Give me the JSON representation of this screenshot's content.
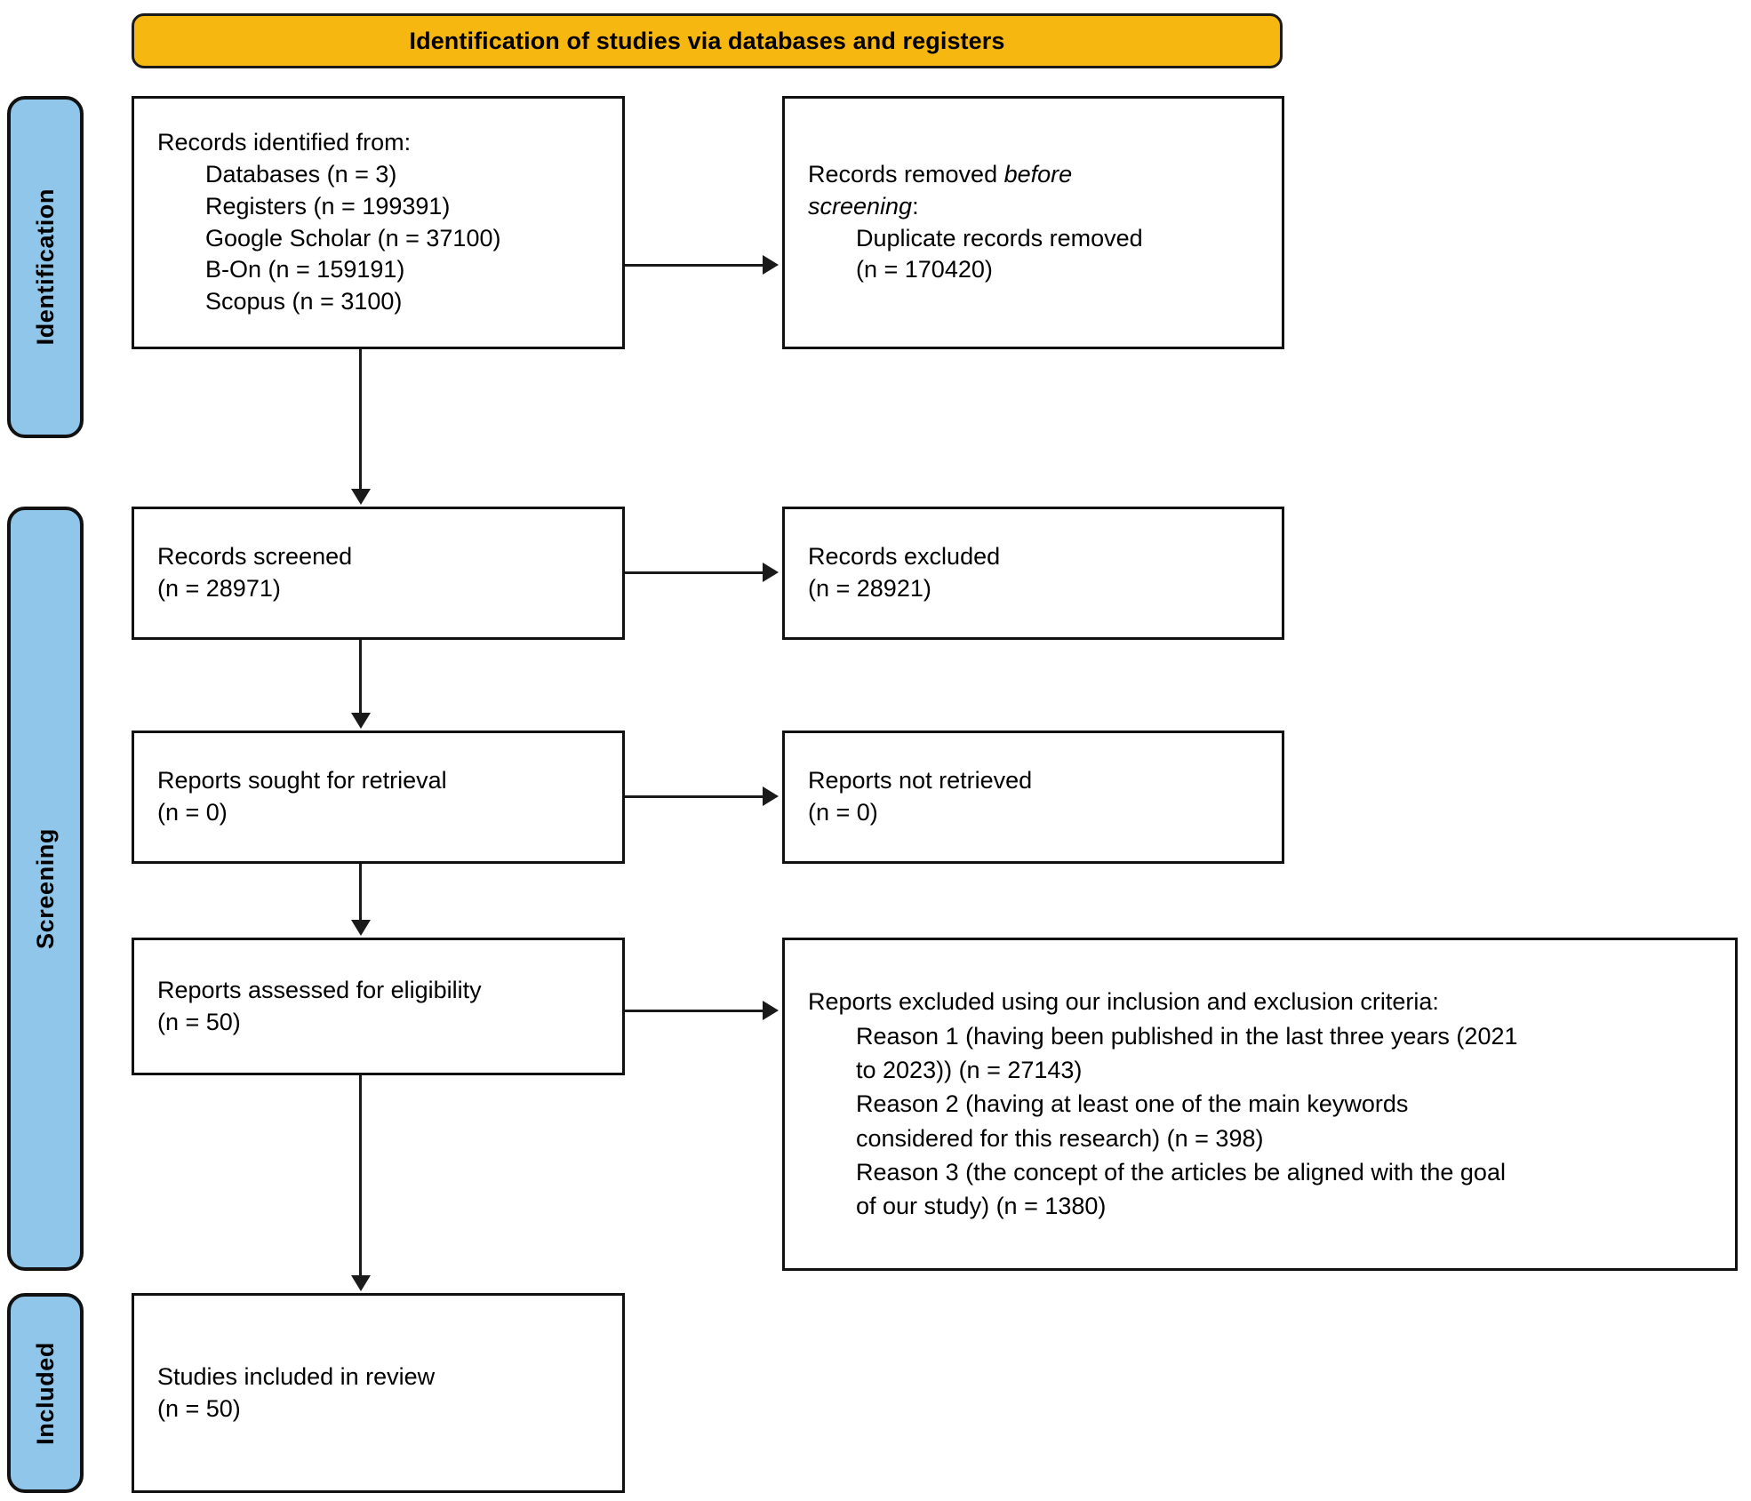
{
  "banner": {
    "title": "Identification of studies via databases and registers"
  },
  "stages": [
    {
      "name": "identification",
      "label": "Identification"
    },
    {
      "name": "screening",
      "label": "Screening"
    },
    {
      "name": "included",
      "label": "Included"
    }
  ],
  "boxes": {
    "identified": {
      "l0": "Records identified from:",
      "l1": "Databases (n = 3)",
      "l2": "Registers (n = 199391)",
      "l3": "Google Scholar (n = 37100)",
      "l4": "B-On (n = 159191)",
      "l5": "Scopus (n = 3100)"
    },
    "removed": {
      "l0_a": "Records removed ",
      "l0_b": "before",
      "l1_a": "screening",
      "l1_b": ":",
      "l2": "Duplicate records removed",
      "l3": "(n = 170420)"
    },
    "screened": {
      "l0": "Records screened",
      "l1": "(n = 28971)"
    },
    "excluded": {
      "l0": "Records excluded",
      "l1": "(n = 28921)"
    },
    "sought": {
      "l0": "Reports sought for retrieval",
      "l1": "(n = 0)"
    },
    "not_retrieved": {
      "l0": "Reports not retrieved",
      "l1": "(n = 0)"
    },
    "assessed": {
      "l0": "Reports assessed for eligibility",
      "l1": "(n = 50)"
    },
    "reports_excluded": {
      "l0": "Reports excluded using our inclusion and exclusion criteria:",
      "l1": "Reason 1 (having been published in the last three years (2021",
      "l2": "to 2023)) (n = 27143)",
      "l3": "Reason 2 (having at least one of the main keywords",
      "l4": "considered for this research) (n = 398)",
      "l5": "Reason 3 (the concept of the articles be aligned with the goal",
      "l6": "of our study) (n = 1380)"
    },
    "included": {
      "l0": "Studies included in review",
      "l1": "(n = 50)"
    }
  },
  "colors": {
    "banner_fill": "#f6b710",
    "stage_fill": "#8fc6e9",
    "stroke": "#111111",
    "box_fill": "#ffffff"
  }
}
